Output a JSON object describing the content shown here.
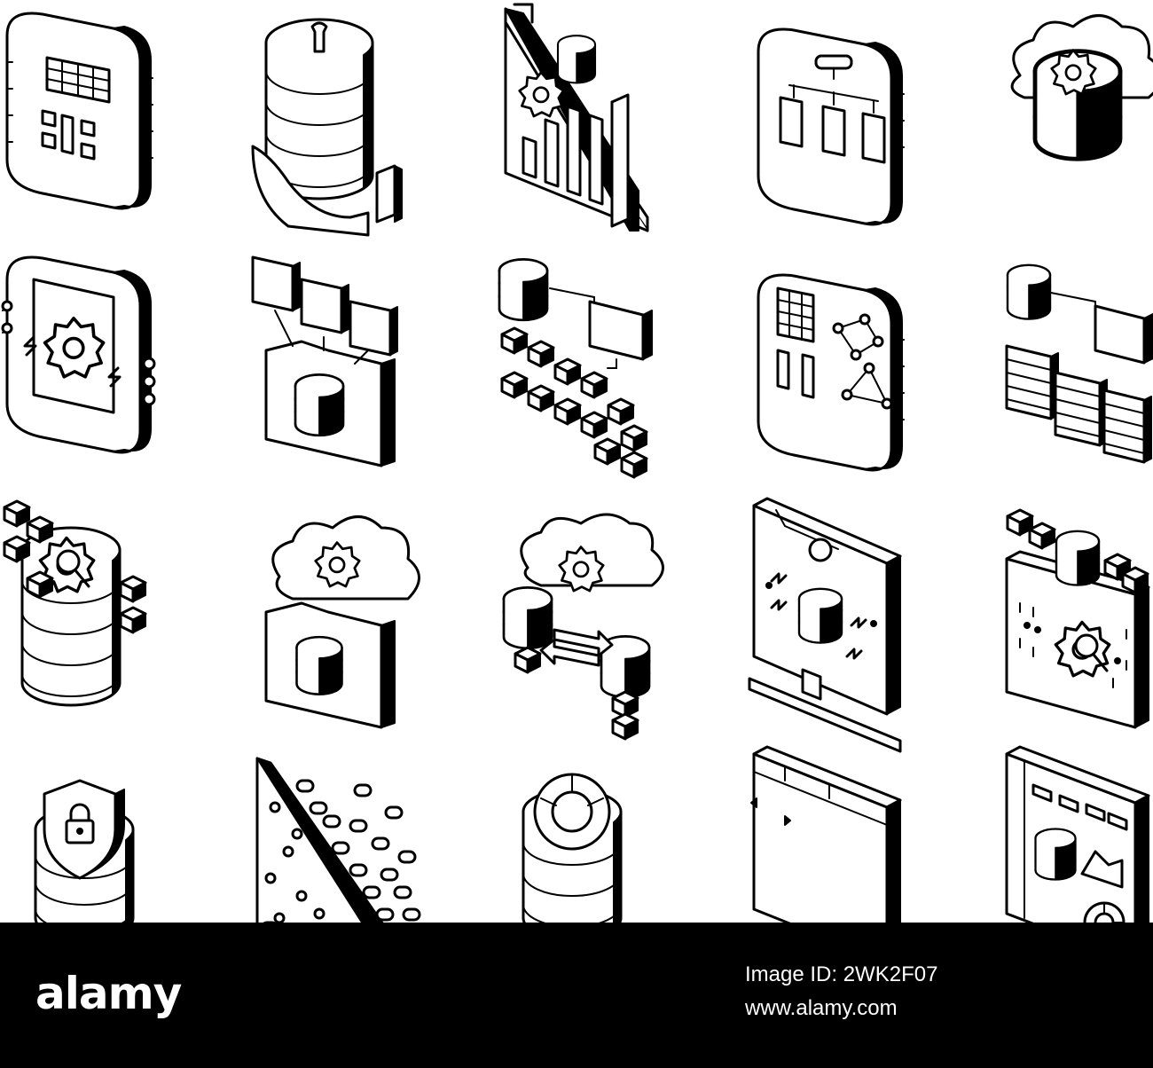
{
  "footer": {
    "brand": "alamy",
    "image_id_label": "Image ID: 2WK2F07",
    "site": "www.alamy.com"
  },
  "colors": {
    "ink": "#000000",
    "paper": "#ffffff",
    "footer_bg": "#000000"
  },
  "icons": [
    "database-spreadsheet-icon",
    "hand-database-wrench-icon",
    "database-bar-chart-icon",
    "database-flowchart-icon",
    "cloud-database-gear-icon",
    "database-gear-plugs-icon",
    "folder-database-documents-icon",
    "database-network-monitor-icon",
    "database-table-graph-icon",
    "server-cluster-monitor-icon",
    "database-search-gear-blocks-icon",
    "folder-database-cloud-icon",
    "cloud-database-sync-icon",
    "monitor-database-icon",
    "browser-database-search-icon",
    "database-lock-shield-icon",
    "scatter-plot-database-icon",
    "database-pie-chart-icon",
    "browser-window-icon",
    "browser-database-dashboard-icon"
  ]
}
